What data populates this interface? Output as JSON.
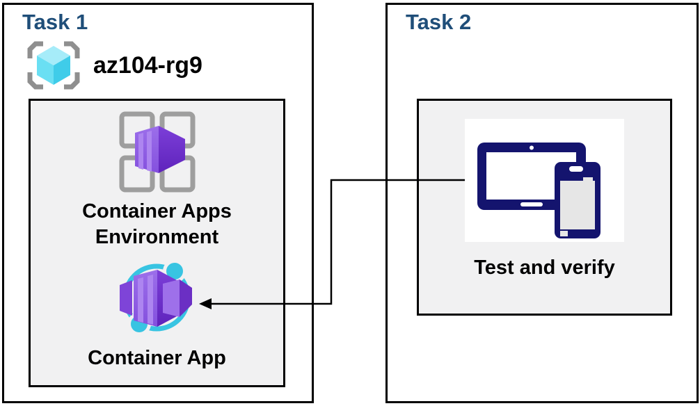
{
  "task1": {
    "title": "Task 1",
    "resource_group_name": "az104-rg9",
    "environment_label_line1": "Container Apps",
    "environment_label_line2": "Environment",
    "container_app_label": "Container App"
  },
  "task2": {
    "title": "Task 2",
    "verify_label": "Test and verify"
  },
  "icons": {
    "resource_group": "resource-group-icon",
    "environment": "container-apps-environment-icon",
    "container_app": "container-app-icon",
    "devices": "tablet-phone-devices-icon",
    "arrow": "elbow-arrow-connector"
  },
  "connector": {
    "from": "task2-verify-panel",
    "to": "task1-container-app-icon"
  },
  "colors": {
    "task_title": "#1F4E79",
    "box_border": "#000000",
    "inner_box_fill": "#F1F1F2",
    "label_text": "#000000",
    "icon_purple_light": "#9C6FEA",
    "icon_purple_dark": "#5F23BC",
    "icon_cyan": "#38C4E2",
    "icon_navy": "#14146E",
    "bracket_grey": "#8F8F8F",
    "grid_grey": "#9E9E9E"
  }
}
